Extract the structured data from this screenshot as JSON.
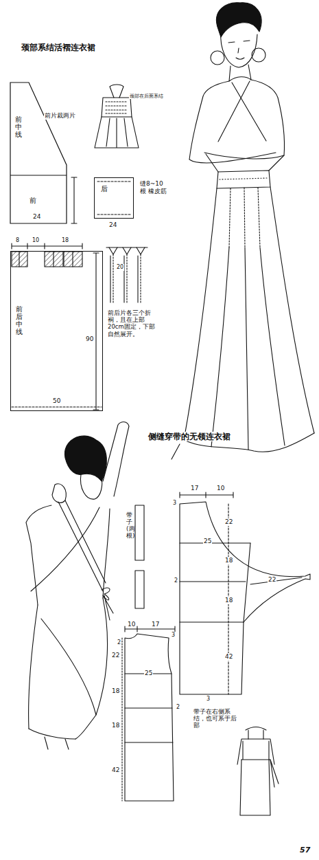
{
  "diagram": {
    "title": "颈部系结活褶连衣裙",
    "nodes": [
      {
        "text": [
          "前中线",
          "前"
        ]
      },
      {
        "text": [
          "后"
        ]
      },
      {
        "text": [
          "前后中线"
        ]
      }
    ],
    "labels": [
      "前片裁两片",
      "24",
      "颈部在后面系结",
      "24",
      "缝8~10根 橡皮筋",
      "8",
      "10",
      "18",
      "90",
      "50",
      "20",
      "前后片各三个折裥，且在上部20cm固定，下部自然展开。",
      "带子(两根)",
      "17",
      "10",
      "3",
      "22",
      "25",
      "18",
      "2",
      "22",
      "18",
      "42",
      "3",
      "10",
      "17",
      "2",
      "3",
      "22",
      "25",
      "18",
      "2",
      "18",
      "42",
      "带子在右侧系结，也可系于后部",
      "57",
      "侧缝穿带的无领连衣裙"
    ]
  }
}
